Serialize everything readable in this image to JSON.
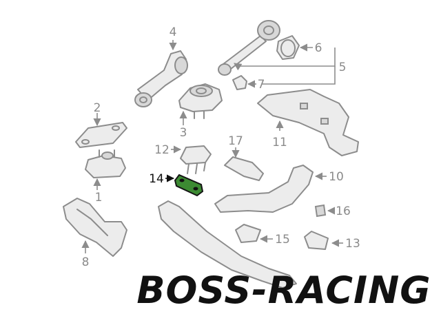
{
  "callouts": [
    {
      "id": "1",
      "label": "1"
    },
    {
      "id": "2",
      "label": "2"
    },
    {
      "id": "3",
      "label": "3"
    },
    {
      "id": "4",
      "label": "4"
    },
    {
      "id": "5",
      "label": "5"
    },
    {
      "id": "6",
      "label": "6"
    },
    {
      "id": "7",
      "label": "7"
    },
    {
      "id": "8",
      "label": "8"
    },
    {
      "id": "10",
      "label": "10"
    },
    {
      "id": "11",
      "label": "11"
    },
    {
      "id": "12",
      "label": "12"
    },
    {
      "id": "13",
      "label": "13"
    },
    {
      "id": "14",
      "label": "14"
    },
    {
      "id": "15",
      "label": "15"
    },
    {
      "id": "16",
      "label": "16"
    },
    {
      "id": "17",
      "label": "17"
    }
  ],
  "highlighted_part": "14",
  "highlight_color": "#3c8a32",
  "watermark": "BOSS-RACING"
}
